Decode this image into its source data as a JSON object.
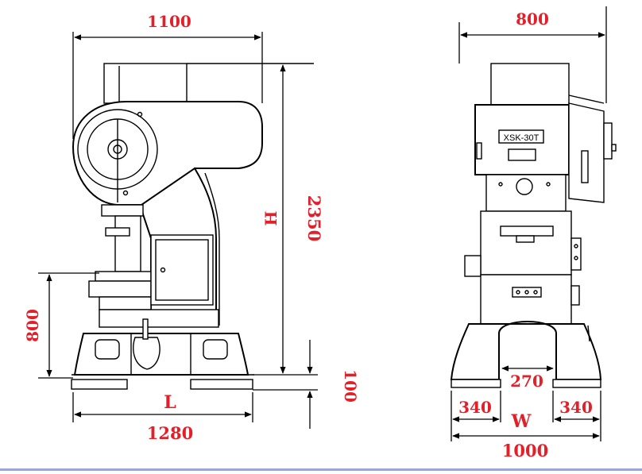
{
  "side_view": {
    "width_top": "1100",
    "height_label": "H",
    "height_value": "2350",
    "table_height": "800",
    "length_label": "L",
    "length_value": "1280",
    "base_height": "100"
  },
  "front_view": {
    "width_top": "800",
    "model_plate": "XSK-30T",
    "throat_width": "270",
    "foot_left": "340",
    "foot_right": "340",
    "width_label": "W",
    "width_value": "1000"
  },
  "colors": {
    "dimension_text": "#e2202a",
    "footer_bar": "#9aa6d6"
  }
}
